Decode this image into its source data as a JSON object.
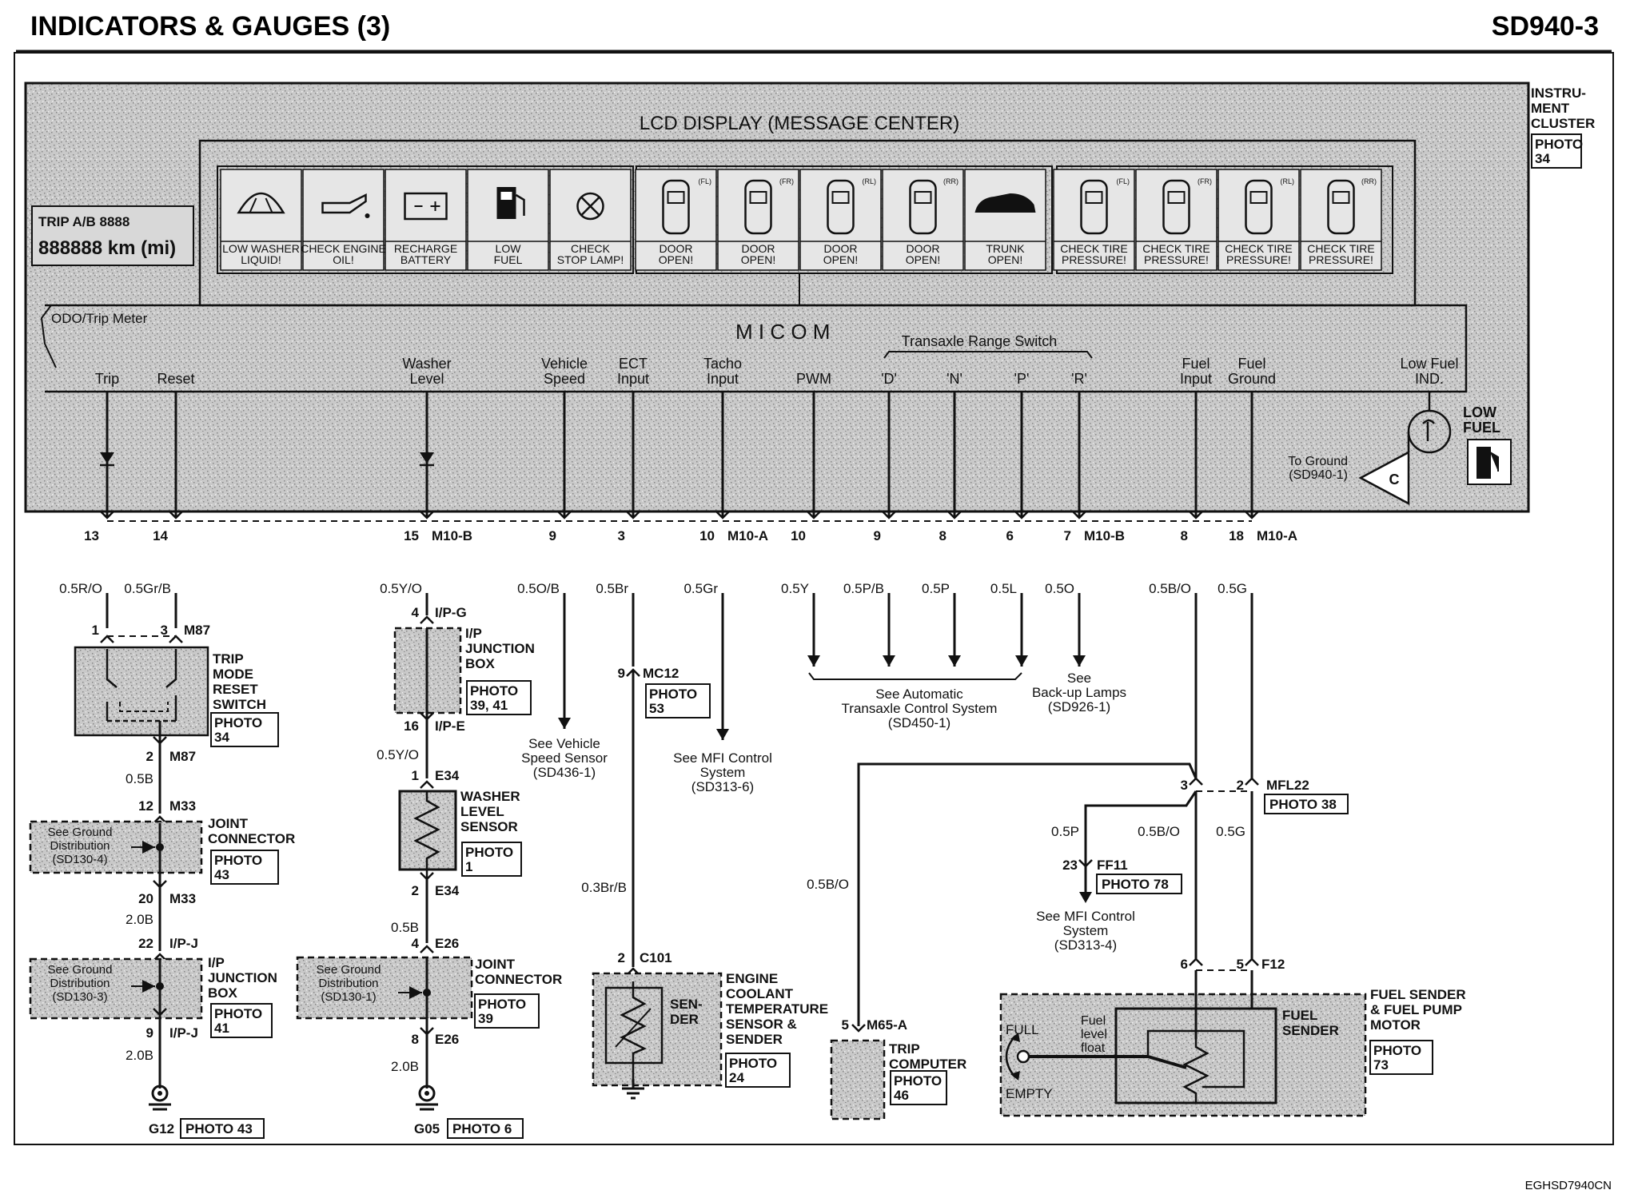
{
  "header": {
    "title": "INDICATORS & GAUGES (3)",
    "code": "SD940-3"
  },
  "footer": {
    "code": "EGHSD7940CN"
  },
  "cluster": {
    "label": "INSTRU-\nMENT\nCLUSTER",
    "photo": "PHOTO\n34",
    "lcd_title": "LCD DISPLAY (MESSAGE CENTER)",
    "micom": "M I C O M",
    "trip_display": "TRIP A/B 8888",
    "odo_display": "888888 km (mi)",
    "odo_label": "ODO/Trip Meter",
    "transaxle_label": "Transaxle Range Switch",
    "low_fuel_ind": "LOW\nFUEL",
    "to_ground": "To Ground\n(SD940-1)",
    "ground_letter": "C",
    "tiles": [
      {
        "label": "LOW WASHER\nLIQUID!",
        "icon": "washer-icon"
      },
      {
        "label": "CHECK ENGINE\nOIL!",
        "icon": "oil-can-icon"
      },
      {
        "label": "RECHARGE\nBATTERY",
        "icon": "battery-icon"
      },
      {
        "label": "LOW\nFUEL",
        "icon": "fuel-pump-icon"
      },
      {
        "label": "CHECK\nSTOP LAMP!",
        "icon": "stop-lamp-icon"
      },
      {
        "label": "DOOR\nOPEN!",
        "icon": "car-door-icon",
        "tag": "(FL)"
      },
      {
        "label": "DOOR\nOPEN!",
        "icon": "car-door-icon",
        "tag": "(FR)"
      },
      {
        "label": "DOOR\nOPEN!",
        "icon": "car-door-icon",
        "tag": "(RL)"
      },
      {
        "label": "DOOR\nOPEN!",
        "icon": "car-door-icon",
        "tag": "(RR)"
      },
      {
        "label": "TRUNK\nOPEN!",
        "icon": "car-trunk-icon"
      },
      {
        "label": "CHECK TIRE\nPRESSURE!",
        "icon": "car-tire-icon",
        "tag": "(FL)"
      },
      {
        "label": "CHECK TIRE\nPRESSURE!",
        "icon": "car-tire-icon",
        "tag": "(FR)"
      },
      {
        "label": "CHECK TIRE\nPRESSURE!",
        "icon": "car-tire-icon",
        "tag": "(RL)"
      },
      {
        "label": "CHECK TIRE\nPRESSURE!",
        "icon": "car-tire-icon",
        "tag": "(RR)"
      }
    ],
    "inputs": [
      {
        "name": "Trip",
        "pin": "13",
        "connector": "",
        "wire": "0.5R/O"
      },
      {
        "name": "Reset",
        "pin": "14",
        "connector": "",
        "wire": "0.5Gr/B"
      },
      {
        "name": "Washer\nLevel",
        "pin": "15",
        "connector": "M10-B",
        "wire": "0.5Y/O"
      },
      {
        "name": "Vehicle\nSpeed",
        "pin": "9",
        "connector": "",
        "wire": "0.5O/B"
      },
      {
        "name": "ECT\nInput",
        "pin": "3",
        "connector": "",
        "wire": "0.5Br"
      },
      {
        "name": "Tacho\nInput",
        "pin": "10",
        "connector": "M10-A",
        "wire": "0.5Gr"
      },
      {
        "name": "PWM",
        "pin": "10",
        "connector": "",
        "wire": "0.5Y"
      },
      {
        "name": "'D'",
        "pin": "9",
        "connector": "",
        "wire": "0.5P/B"
      },
      {
        "name": "'N'",
        "pin": "8",
        "connector": "",
        "wire": "0.5P"
      },
      {
        "name": "'P'",
        "pin": "6",
        "connector": "",
        "wire": "0.5L"
      },
      {
        "name": "'R'",
        "pin": "7",
        "connector": "M10-B",
        "wire": "0.5O"
      },
      {
        "name": "Fuel\nInput",
        "pin": "8",
        "connector": "",
        "wire": "0.5B/O"
      },
      {
        "name": "Fuel\nGround",
        "pin": "18",
        "connector": "M10-A",
        "wire": "0.5G"
      },
      {
        "name": "Low Fuel\nIND.",
        "pin": "",
        "connector": "",
        "wire": ""
      }
    ]
  },
  "trip_switch": {
    "pins_top": [
      "1",
      "3"
    ],
    "connector_top": "M87",
    "label": "TRIP\nMODE\nRESET\nSWITCH",
    "photo": "PHOTO\n34",
    "pin_bottom": "2",
    "connector_bottom": "M87",
    "wire_bottom": "0.5B",
    "jc_pin_top": "12",
    "jc_connector_top": "M33",
    "jc_ref": "See Ground\nDistribution\n(SD130-4)",
    "jc_label": "JOINT\nCONNECTOR",
    "jc_photo": "PHOTO\n43",
    "jc_pin_bottom": "20",
    "jc_connector_bottom": "M33",
    "wire2": "2.0B",
    "ipj_pin_top": "22",
    "ipj_connector_top": "I/P-J",
    "ipj_ref": "See Ground\nDistribution\n(SD130-3)",
    "ipj_label": "I/P\nJUNCTION\nBOX",
    "ipj_photo": "PHOTO\n41",
    "ipj_pin_bottom": "9",
    "ipj_connector_bottom": "I/P-J",
    "wire3": "2.0B",
    "ground": "G12",
    "ground_photo": "PHOTO 43"
  },
  "washer": {
    "ip_pin_top": "4",
    "ip_connector_top": "I/P-G",
    "ip_label": "I/P\nJUNCTION\nBOX",
    "ip_photo": "PHOTO\n39, 41",
    "ip_pin_bottom": "16",
    "ip_connector_bottom": "I/P-E",
    "wire": "0.5Y/O",
    "sensor_pin_top": "1",
    "sensor_connector_top": "E34",
    "sensor_label": "WASHER\nLEVEL\nSENSOR",
    "sensor_photo": "PHOTO\n1",
    "sensor_pin_bottom": "2",
    "sensor_connector_bottom": "E34",
    "wire2": "0.5B",
    "jc_pin_top": "4",
    "jc_connector_top": "E26",
    "jc_ref": "See Ground\nDistribution\n(SD130-1)",
    "jc_label": "JOINT\nCONNECTOR",
    "jc_photo": "PHOTO\n39",
    "jc_pin_bottom": "8",
    "jc_connector_bottom": "E26",
    "wire3": "2.0B",
    "ground": "G05",
    "ground_photo": "PHOTO 6"
  },
  "vehicle_speed_ref": "See Vehicle\nSpeed Sensor\n(SD436-1)",
  "ect": {
    "pin_mid": "9",
    "connector_mid": "MC12",
    "photo_mid": "PHOTO\n53",
    "wire2": "0.3Br/B",
    "pin_bottom": "2",
    "connector_bottom": "C101",
    "sender_label": "SEN-\nDER",
    "label": "ENGINE\nCOOLANT\nTEMPERATURE\nSENSOR &\nSENDER",
    "photo": "PHOTO\n24"
  },
  "tacho_ref": "See MFI Control\nSystem\n(SD313-6)",
  "atcs_ref": "See Automatic\nTransaxle Control System\n(SD450-1)",
  "backup_ref": "See\nBack-up Lamps\n(SD926-1)",
  "trip_computer": {
    "pin": "5",
    "connector": "M65-A",
    "wire": "0.5B/O",
    "label": "TRIP\nCOMPUTER",
    "photo": "PHOTO\n46"
  },
  "fuel": {
    "mfl_pins": [
      "3",
      "2"
    ],
    "mfl_connector": "MFL22",
    "mfl_photo": "PHOTO 38",
    "branch_wire": "0.5P",
    "wire_input": "0.5B/O",
    "wire_ground": "0.5G",
    "ff_pin": "23",
    "ff_connector": "FF11",
    "ff_photo": "PHOTO 78",
    "mfi_ref": "See MFI Control\nSystem\n(SD313-4)",
    "f12_pins": [
      "6",
      "5"
    ],
    "f12_connector": "F12",
    "sender_label": "FUEL\nSENDER",
    "full": "FULL",
    "empty": "EMPTY",
    "float": "Fuel\nlevel\nfloat",
    "module_label": "FUEL SENDER\n& FUEL PUMP\nMOTOR",
    "module_photo": "PHOTO\n73"
  }
}
